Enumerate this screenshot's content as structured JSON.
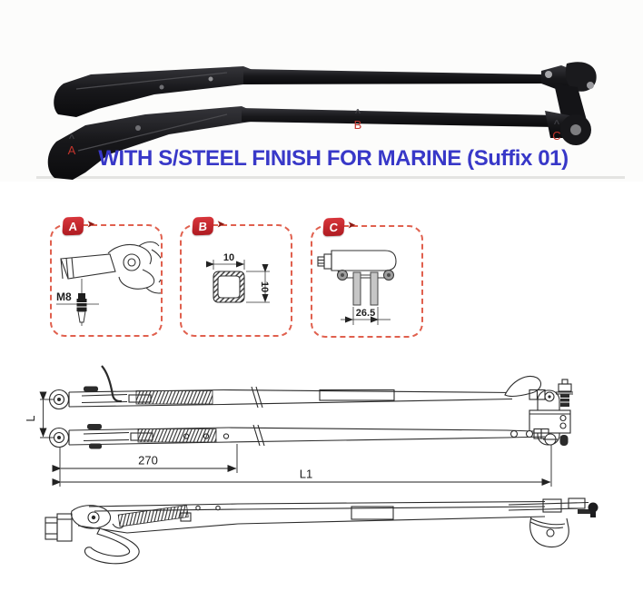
{
  "title": {
    "text": "WITH S/STEEL FINISH FOR MARINE (Suffix 01)",
    "color": "#3838c8"
  },
  "photo": {
    "markers": [
      {
        "caret": "^",
        "letter": "A"
      },
      {
        "caret": "^",
        "letter": "B"
      },
      {
        "caret": "^",
        "letter": "C"
      }
    ],
    "marker_color": "#c2342c"
  },
  "callouts": {
    "badge_color": "#cd2127",
    "border_color": "#e0604e",
    "boxes": [
      {
        "letter": "A",
        "thread_label": "M8"
      },
      {
        "letter": "B",
        "width_label": "10",
        "height_label": "10"
      },
      {
        "letter": "C",
        "width_label": "26.5"
      }
    ]
  },
  "dimensions": {
    "arm_spacing": "L",
    "head_length": "270",
    "total_length": "L1"
  },
  "icons": {
    "callout_arrow": "➤"
  }
}
